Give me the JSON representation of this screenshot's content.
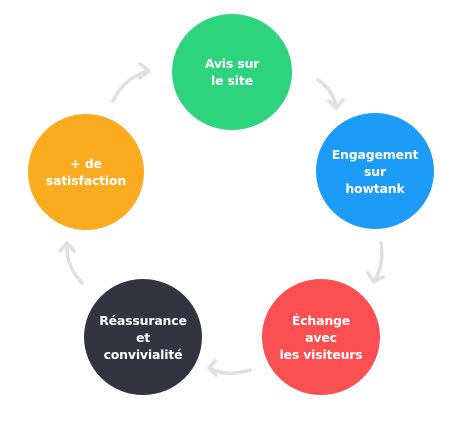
{
  "diagram": {
    "nodes": [
      {
        "id": "avis",
        "label": "Avis sur\nle site",
        "color": "#2ed37e"
      },
      {
        "id": "engagement",
        "label": "Engagement\nsur\nhowtank",
        "color": "#1c9cf7"
      },
      {
        "id": "echange",
        "label": "Échange\navec\nles visiteurs",
        "color": "#fc4f51"
      },
      {
        "id": "reassurance",
        "label": "Réassurance\net\nconvivialité",
        "color": "#32343f"
      },
      {
        "id": "satisfaction",
        "label": "+ de\nsatisfaction",
        "color": "#fbab1f"
      }
    ],
    "arrow_color": "#e0e0e0"
  }
}
